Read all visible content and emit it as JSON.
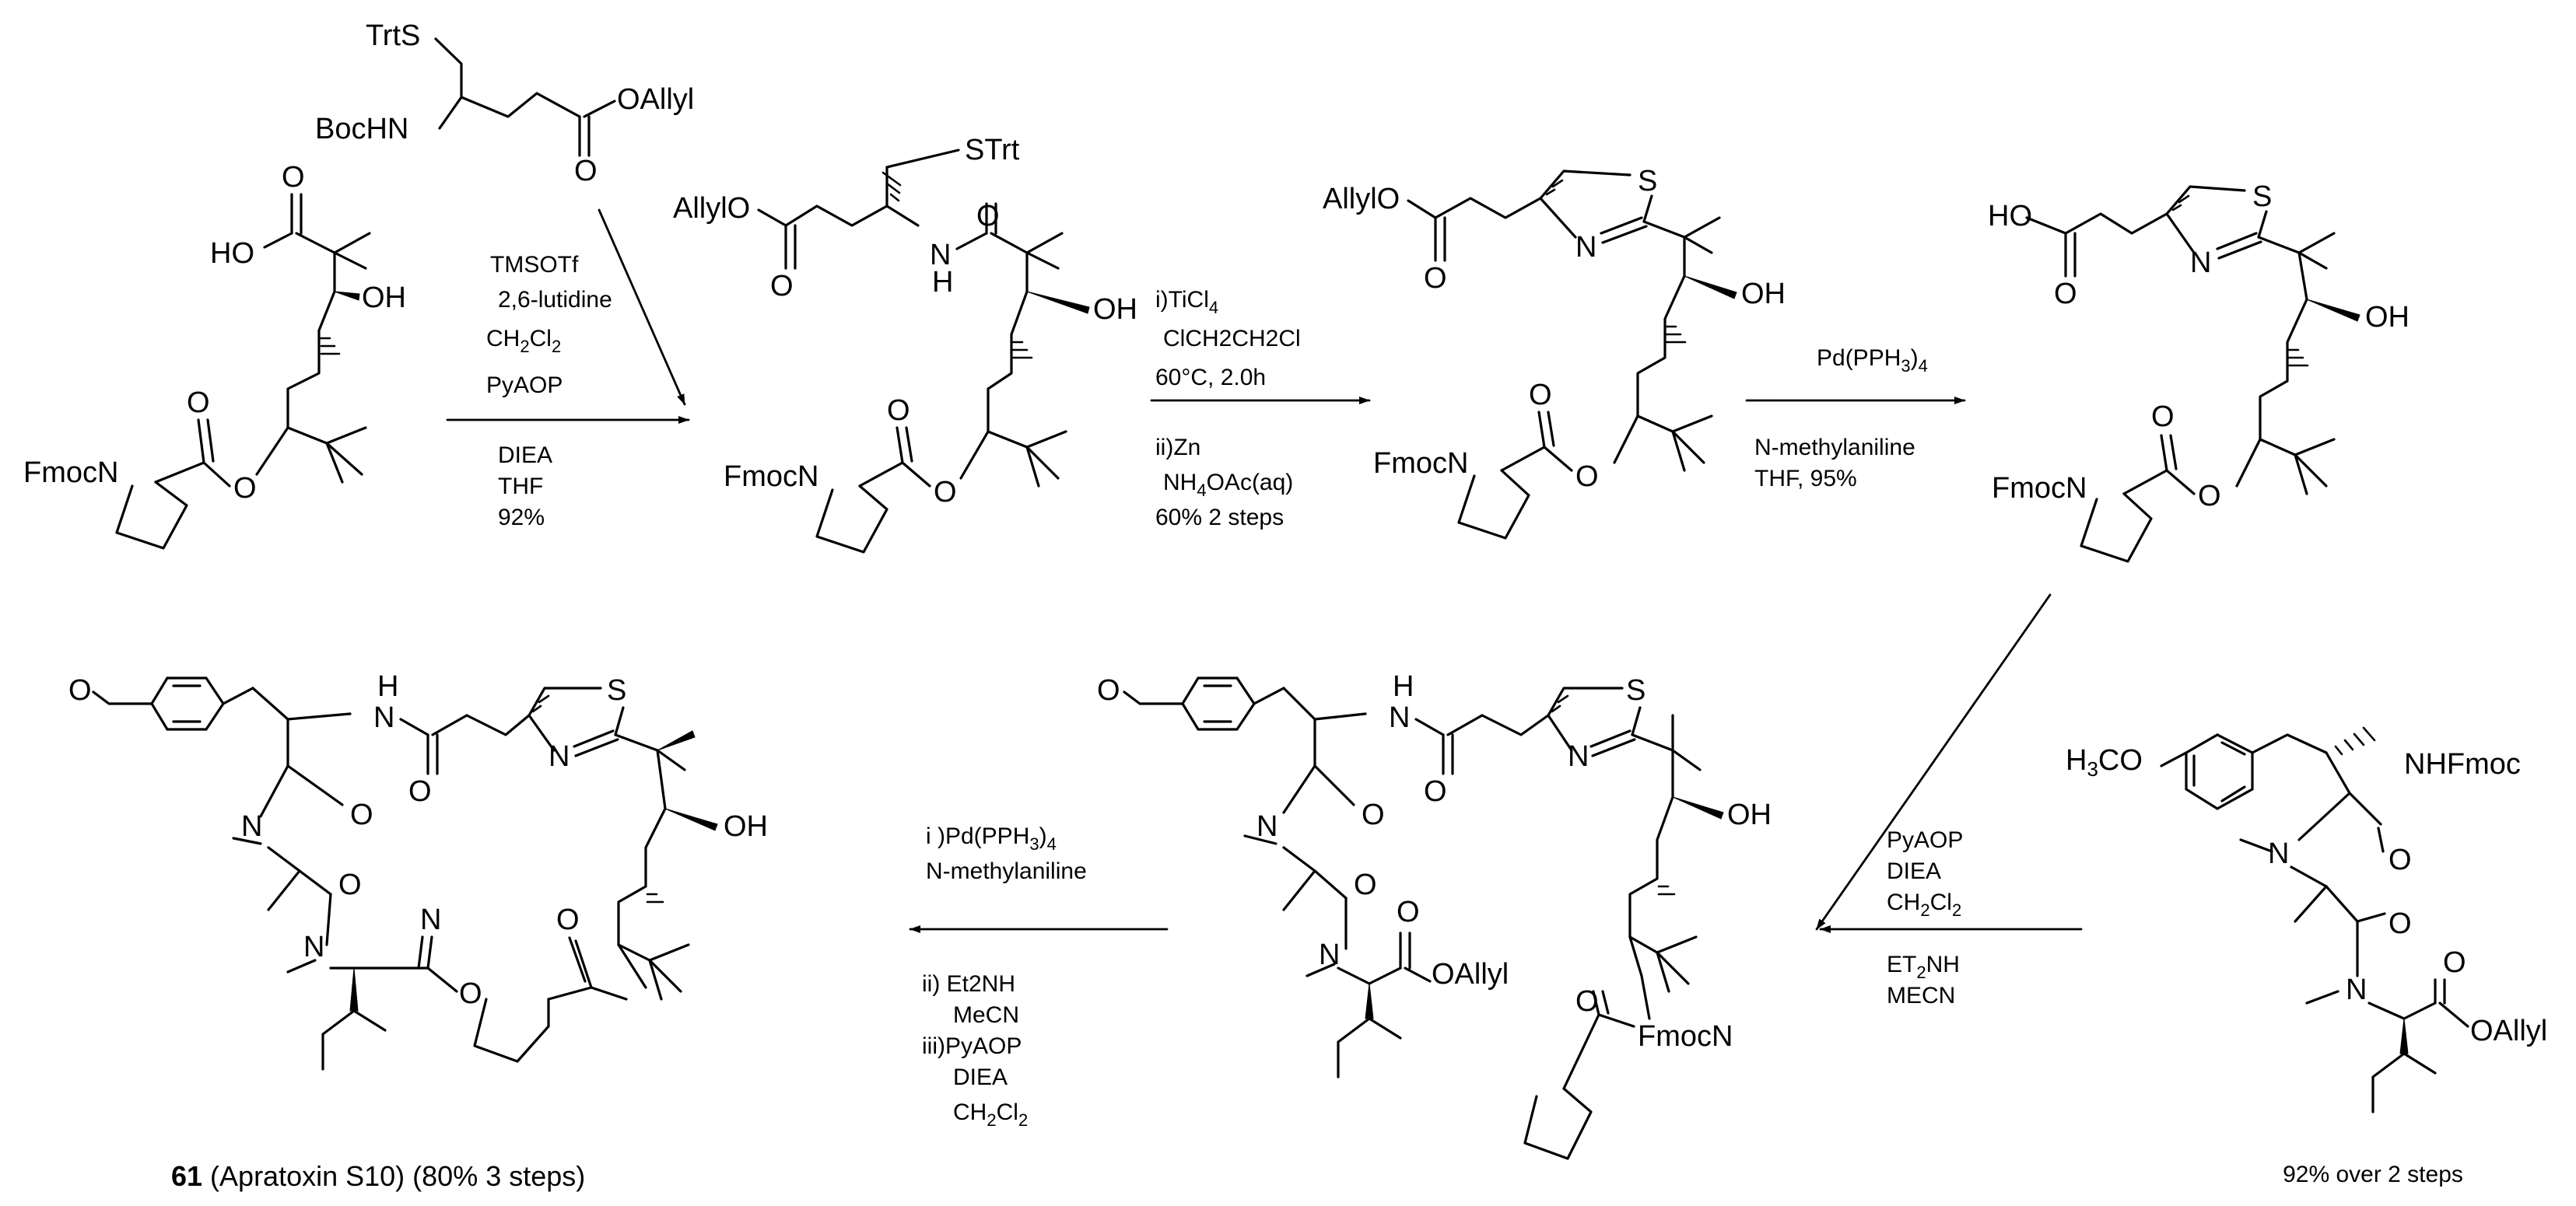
{
  "molecules": {
    "reagent_thioester": {
      "labels": [
        "TrtS",
        "BocHN",
        "OAllyl"
      ]
    },
    "start": {
      "labels": [
        "HO",
        "O",
        "OH",
        "FmocN",
        "O",
        "O"
      ]
    },
    "intermediate_1": {
      "labels": [
        "AllylO",
        "STrt",
        "O",
        "O",
        "N",
        "H",
        "OH",
        "FmocN",
        "O",
        "O"
      ]
    },
    "thiazoline_ester": {
      "labels": [
        "AllylO",
        "S",
        "N",
        "O",
        "OH",
        "FmocN",
        "O",
        "O"
      ]
    },
    "thiazoline_acid": {
      "labels": [
        "HO",
        "S",
        "N",
        "O",
        "OH",
        "FmocN",
        "O",
        "O"
      ]
    },
    "tripeptide": {
      "labels": [
        "H3CO",
        "NHFmoc",
        "N",
        "O",
        "N",
        "O",
        "O",
        "OAllyl"
      ],
      "yield": "92% over 2 steps"
    },
    "coupled": {
      "labels": [
        "O",
        "N",
        "H",
        "S",
        "N",
        "O",
        "OH",
        "N",
        "O",
        "N",
        "O",
        "OAllyl",
        "O",
        "O",
        "FmocN"
      ]
    },
    "product": {
      "labels": [
        "O",
        "N",
        "H",
        "S",
        "N",
        "O",
        "OH",
        "N",
        "O",
        "N",
        "O",
        "N",
        "O",
        "O"
      ],
      "caption_number": "61",
      "caption_text": " (Apratoxin S10) (80% 3 steps)"
    }
  },
  "reactions": [
    {
      "id": "step1",
      "above": [
        "TMSOTf",
        "2,6-lutidine",
        "CH2Cl2",
        "PyAOP"
      ],
      "below": [
        "DIEA",
        "THF",
        "92%"
      ]
    },
    {
      "id": "step2",
      "above": [
        "i)TiCl4",
        "ClCH2CH2Cl",
        "60°C, 2.0h"
      ],
      "below": [
        "ii)Zn",
        "NH4OAc(aq)",
        "60% 2 steps"
      ]
    },
    {
      "id": "step3",
      "above": [
        "Pd(PPH3)4"
      ],
      "below": [
        "N-methylaniline",
        "THF, 95%"
      ]
    },
    {
      "id": "step4",
      "above": [
        "PyAOP",
        "DIEA",
        "CH2Cl2"
      ],
      "below": [
        "ET2NH",
        "MECN"
      ]
    },
    {
      "id": "step5",
      "above": [
        "i )Pd(PPH3)4",
        "N-methylaniline"
      ],
      "below": [
        "ii) Et2NH",
        "MeCN",
        "iii)PyAOP",
        "DIEA",
        "CH2Cl2"
      ]
    }
  ]
}
